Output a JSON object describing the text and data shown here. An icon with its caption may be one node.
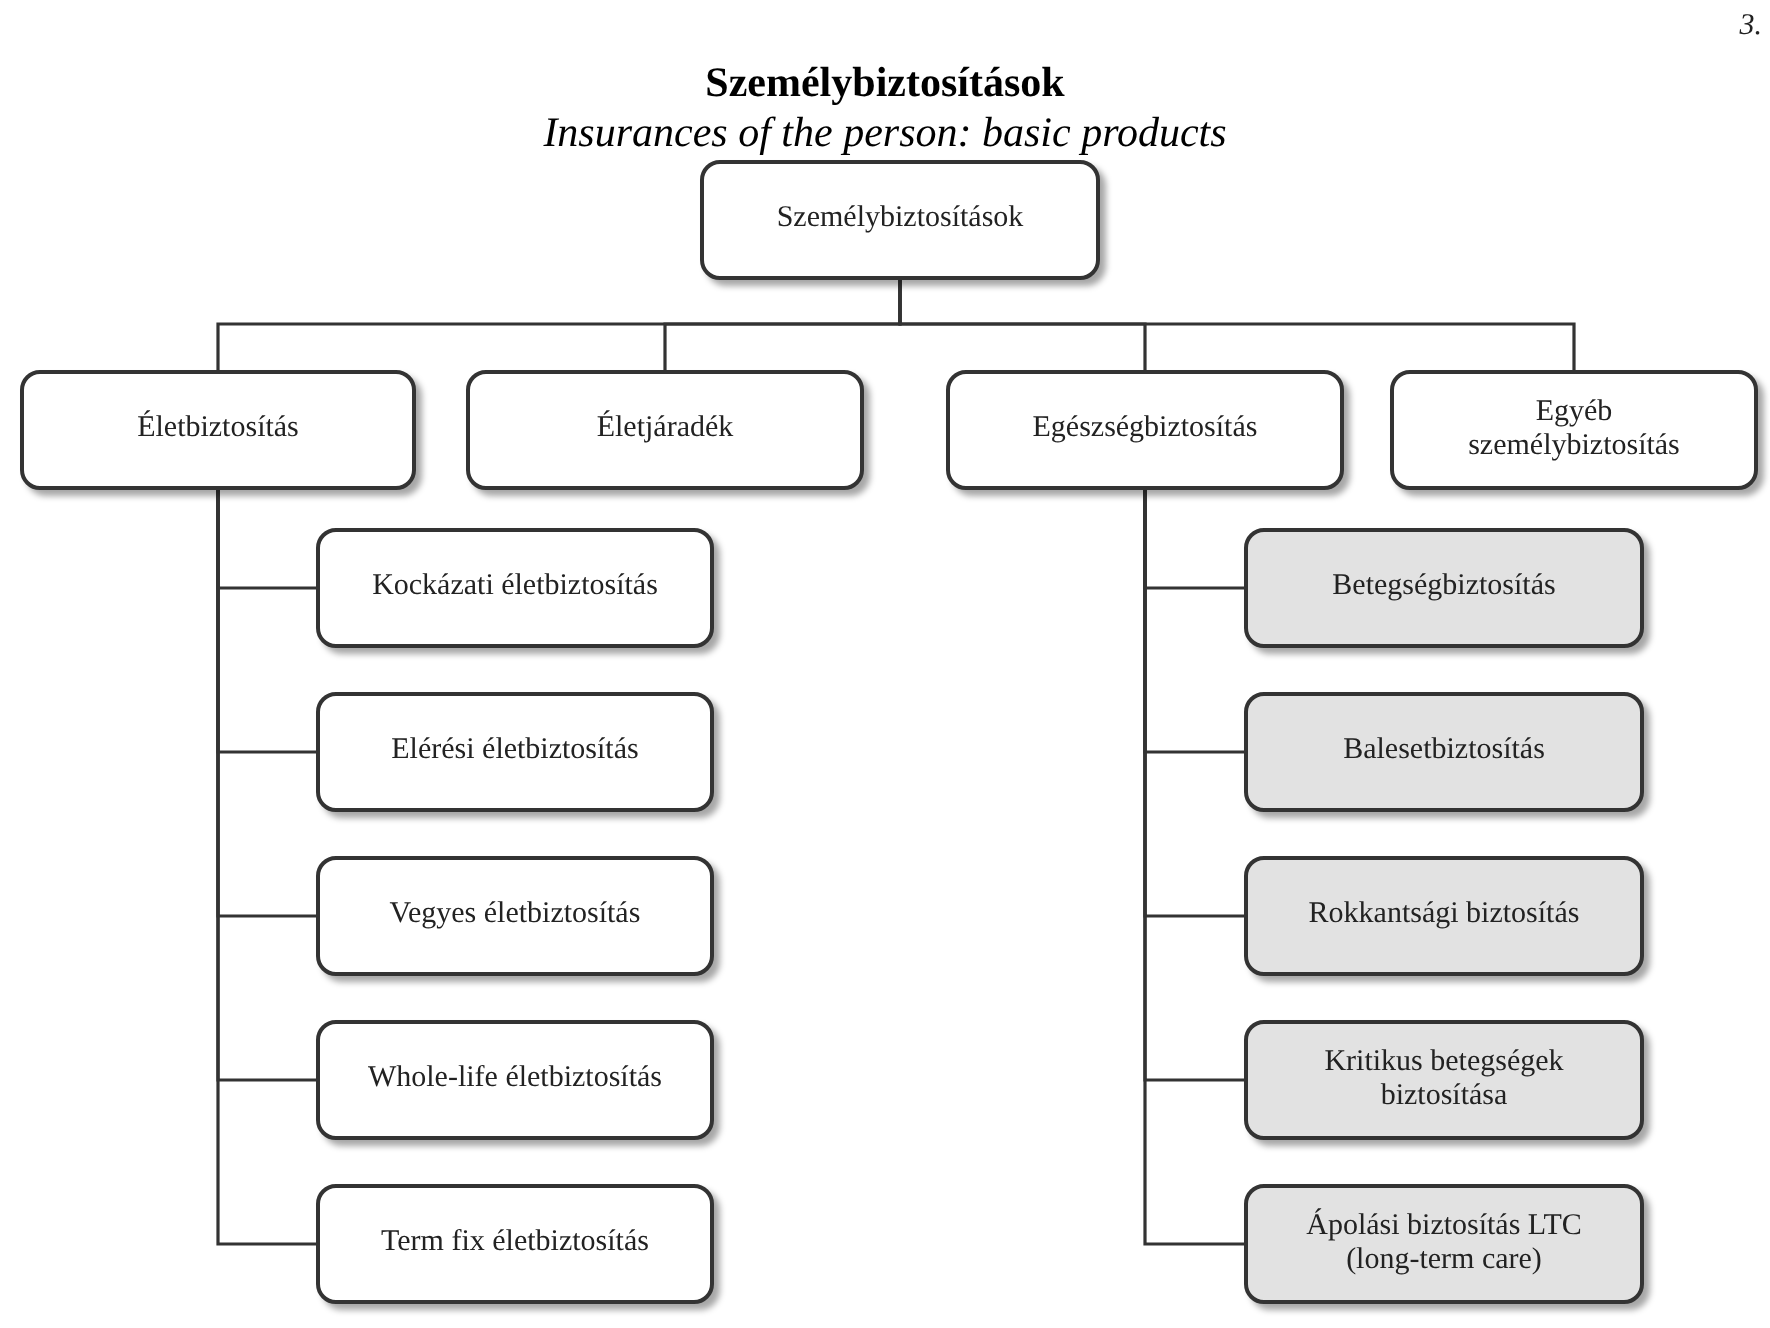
{
  "diagram": {
    "title": "Személybiztosítások",
    "caption": "Insurances of the person: basic products",
    "nodes": [
      {
        "text": [
          "Személybiztosítások"
        ]
      },
      {
        "text": [
          "Életbiztosítás"
        ]
      },
      {
        "text": [
          "Életjáradék"
        ]
      },
      {
        "text": [
          "Egészségbiztosítás"
        ]
      },
      {
        "text": [
          "Egyéb személybiztosítás"
        ]
      },
      {
        "text": [
          "Kockázati életbiztosítás"
        ]
      },
      {
        "text": [
          "Elérési életbiztosítás"
        ]
      },
      {
        "text": [
          "Vegyes életbiztosítás"
        ]
      },
      {
        "text": [
          "Whole-life életbiztosítás"
        ]
      },
      {
        "text": [
          "Term fix életbiztosítás"
        ]
      },
      {
        "text": [
          "Betegségbiztosítás"
        ]
      },
      {
        "text": [
          "Balesetbiztosítás"
        ]
      },
      {
        "text": [
          "Rokkantsági biztosítás"
        ]
      },
      {
        "text": [
          "Kritikus betegségek biztosítása"
        ]
      },
      {
        "text": [
          "Ápolási biztosítás LTC (long-term care)"
        ]
      }
    ],
    "edges": [
      {
        "from": 0,
        "to": 1,
        "arrow": "none"
      },
      {
        "from": 0,
        "to": 2,
        "arrow": "none"
      },
      {
        "from": 0,
        "to": 3,
        "arrow": "none"
      },
      {
        "from": 0,
        "to": 4,
        "arrow": "none"
      },
      {
        "from": 1,
        "to": 5,
        "arrow": "none"
      },
      {
        "from": 1,
        "to": 6,
        "arrow": "none"
      },
      {
        "from": 1,
        "to": 7,
        "arrow": "none"
      },
      {
        "from": 1,
        "to": 8,
        "arrow": "none"
      },
      {
        "from": 1,
        "to": 9,
        "arrow": "none"
      },
      {
        "from": 3,
        "to": 10,
        "arrow": "none"
      },
      {
        "from": 3,
        "to": 11,
        "arrow": "none"
      },
      {
        "from": 3,
        "to": 12,
        "arrow": "none"
      },
      {
        "from": 3,
        "to": 13,
        "arrow": "none"
      },
      {
        "from": 3,
        "to": 14,
        "arrow": "none"
      }
    ],
    "labels": [
      "3."
    ]
  }
}
